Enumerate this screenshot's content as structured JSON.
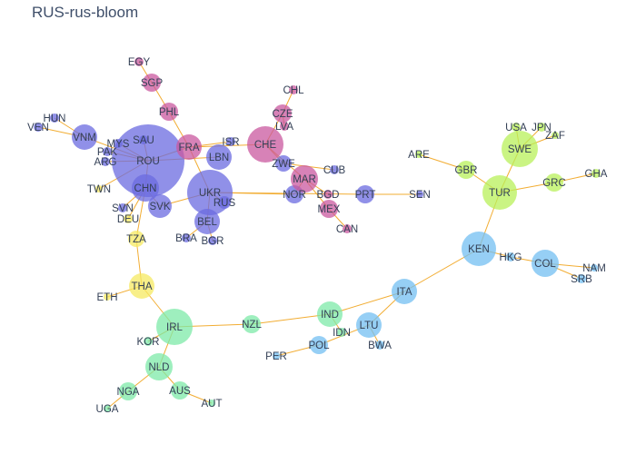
{
  "title": "RUS-rus-bloom",
  "colors": {
    "edge": "#f2ad33",
    "purple": "#6b6be0",
    "pink": "#c9589f",
    "blue_light": "#73bff2",
    "green_light": "#b8f05a",
    "green_mint": "#7eeaa8",
    "yellow": "#f6ea62",
    "label": "#333f55"
  },
  "nodes": [
    {
      "id": "RUS",
      "label": "RUS",
      "group": "purple"
    },
    {
      "id": "ROU",
      "label": "ROU",
      "group": "purple"
    },
    {
      "id": "SAU",
      "label": "SAU",
      "group": "purple"
    },
    {
      "id": "MYS",
      "label": "MYS",
      "group": "purple"
    },
    {
      "id": "PAK",
      "label": "PAK",
      "group": "purple"
    },
    {
      "id": "ARG",
      "label": "ARG",
      "group": "purple"
    },
    {
      "id": "VNM",
      "label": "VNM",
      "group": "purple"
    },
    {
      "id": "HUN",
      "label": "HUN",
      "group": "purple"
    },
    {
      "id": "VEN",
      "label": "VEN",
      "group": "purple"
    },
    {
      "id": "CHN",
      "label": "CHN",
      "group": "purple"
    },
    {
      "id": "SVK",
      "label": "SVK",
      "group": "purple"
    },
    {
      "id": "SVN",
      "label": "SVN",
      "group": "purple"
    },
    {
      "id": "UKR",
      "label": "UKR",
      "group": "purple"
    },
    {
      "id": "BEL",
      "label": "BEL",
      "group": "purple"
    },
    {
      "id": "BRA",
      "label": "BRA",
      "group": "purple"
    },
    {
      "id": "BGR",
      "label": "BGR",
      "group": "purple"
    },
    {
      "id": "LBN",
      "label": "LBN",
      "group": "purple"
    },
    {
      "id": "ISR",
      "label": "ISR",
      "group": "purple"
    },
    {
      "id": "ZWE",
      "label": "ZWE",
      "group": "purple"
    },
    {
      "id": "CUB",
      "label": "CUB",
      "group": "purple"
    },
    {
      "id": "NOR",
      "label": "NOR",
      "group": "purple"
    },
    {
      "id": "PRT",
      "label": "PRT",
      "group": "purple"
    },
    {
      "id": "SEN",
      "label": "SEN",
      "group": "purple"
    },
    {
      "id": "FRA",
      "label": "FRA",
      "group": "pink"
    },
    {
      "id": "PHL",
      "label": "PHL",
      "group": "pink"
    },
    {
      "id": "SGP",
      "label": "SGP",
      "group": "pink"
    },
    {
      "id": "EGY",
      "label": "EGY",
      "group": "pink"
    },
    {
      "id": "CHE",
      "label": "CHE",
      "group": "pink"
    },
    {
      "id": "CZE",
      "label": "CZE",
      "group": "pink"
    },
    {
      "id": "LVA",
      "label": "LVA",
      "group": "pink"
    },
    {
      "id": "CHL",
      "label": "CHL",
      "group": "pink"
    },
    {
      "id": "MAR",
      "label": "MAR",
      "group": "pink"
    },
    {
      "id": "BGD",
      "label": "BGD",
      "group": "pink"
    },
    {
      "id": "MEX",
      "label": "MEX",
      "group": "pink"
    },
    {
      "id": "CAN",
      "label": "CAN",
      "group": "pink"
    },
    {
      "id": "TWN",
      "label": "TWN",
      "group": "yellow"
    },
    {
      "id": "DEU",
      "label": "DEU",
      "group": "yellow"
    },
    {
      "id": "TZA",
      "label": "TZA",
      "group": "yellow"
    },
    {
      "id": "THA",
      "label": "THA",
      "group": "yellow"
    },
    {
      "id": "ETH",
      "label": "ETH",
      "group": "yellow"
    },
    {
      "id": "IRL",
      "label": "IRL",
      "group": "green_mint"
    },
    {
      "id": "KOR",
      "label": "KOR",
      "group": "green_mint"
    },
    {
      "id": "NLD",
      "label": "NLD",
      "group": "green_mint"
    },
    {
      "id": "NGA",
      "label": "NGA",
      "group": "green_mint"
    },
    {
      "id": "UGA",
      "label": "UGA",
      "group": "green_mint"
    },
    {
      "id": "AUS",
      "label": "AUS",
      "group": "green_mint"
    },
    {
      "id": "AUT",
      "label": "AUT",
      "group": "green_mint"
    },
    {
      "id": "NZL",
      "label": "NZL",
      "group": "green_mint"
    },
    {
      "id": "IND",
      "label": "IND",
      "group": "green_mint"
    },
    {
      "id": "IDN",
      "label": "IDN",
      "group": "green_mint"
    },
    {
      "id": "ITA",
      "label": "ITA",
      "group": "blue_light"
    },
    {
      "id": "LTU",
      "label": "LTU",
      "group": "blue_light"
    },
    {
      "id": "BWA",
      "label": "BWA",
      "group": "blue_light"
    },
    {
      "id": "POL",
      "label": "POL",
      "group": "blue_light"
    },
    {
      "id": "PER",
      "label": "PER",
      "group": "blue_light"
    },
    {
      "id": "KEN",
      "label": "KEN",
      "group": "blue_light"
    },
    {
      "id": "HKG",
      "label": "HKG",
      "group": "blue_light"
    },
    {
      "id": "COL",
      "label": "COL",
      "group": "blue_light"
    },
    {
      "id": "NAM",
      "label": "NAM",
      "group": "blue_light"
    },
    {
      "id": "SRB",
      "label": "SRB",
      "group": "blue_light"
    },
    {
      "id": "TUR",
      "label": "TUR",
      "group": "green_light"
    },
    {
      "id": "GBR",
      "label": "GBR",
      "group": "green_light"
    },
    {
      "id": "ARE",
      "label": "ARE",
      "group": "green_light"
    },
    {
      "id": "SWE",
      "label": "SWE",
      "group": "green_light"
    },
    {
      "id": "USA",
      "label": "USA",
      "group": "green_light"
    },
    {
      "id": "JPN",
      "label": "JPN",
      "group": "green_light"
    },
    {
      "id": "ZAF",
      "label": "ZAF",
      "group": "green_light"
    },
    {
      "id": "GRC",
      "label": "GRC",
      "group": "green_light"
    },
    {
      "id": "GHA",
      "label": "GHA",
      "group": "green_light"
    }
  ],
  "edges": [
    [
      "ROU",
      "SAU"
    ],
    [
      "ROU",
      "MYS"
    ],
    [
      "ROU",
      "PAK"
    ],
    [
      "ROU",
      "ARG"
    ],
    [
      "ROU",
      "VNM"
    ],
    [
      "ROU",
      "FRA"
    ],
    [
      "ROU",
      "LBN"
    ],
    [
      "ROU",
      "CHN"
    ],
    [
      "ROU",
      "TWN"
    ],
    [
      "VNM",
      "HUN"
    ],
    [
      "VNM",
      "VEN"
    ],
    [
      "FRA",
      "PHL"
    ],
    [
      "PHL",
      "SGP"
    ],
    [
      "SGP",
      "EGY"
    ],
    [
      "FRA",
      "ISR"
    ],
    [
      "FRA",
      "UKR"
    ],
    [
      "FRA",
      "CHE"
    ],
    [
      "CHE",
      "CZE"
    ],
    [
      "CZE",
      "LVA"
    ],
    [
      "CZE",
      "CHL"
    ],
    [
      "CHE",
      "ZWE"
    ],
    [
      "ZWE",
      "CUB"
    ],
    [
      "CHE",
      "MAR"
    ],
    [
      "MAR",
      "NOR"
    ],
    [
      "MAR",
      "BGD"
    ],
    [
      "MAR",
      "MEX"
    ],
    [
      "MEX",
      "CAN"
    ],
    [
      "UKR",
      "RUS"
    ],
    [
      "UKR",
      "BEL"
    ],
    [
      "UKR",
      "SVK"
    ],
    [
      "UKR",
      "NOR"
    ],
    [
      "UKR",
      "PRT"
    ],
    [
      "BEL",
      "BRA"
    ],
    [
      "BEL",
      "BGR"
    ],
    [
      "PRT",
      "SEN"
    ],
    [
      "CHN",
      "SVN"
    ],
    [
      "CHN",
      "DEU"
    ],
    [
      "CHN",
      "SVK"
    ],
    [
      "CHN",
      "TZA"
    ],
    [
      "TZA",
      "THA"
    ],
    [
      "THA",
      "ETH"
    ],
    [
      "THA",
      "IRL"
    ],
    [
      "IRL",
      "KOR"
    ],
    [
      "IRL",
      "NLD"
    ],
    [
      "IRL",
      "NZL"
    ],
    [
      "NLD",
      "NGA"
    ],
    [
      "NGA",
      "UGA"
    ],
    [
      "NLD",
      "AUS"
    ],
    [
      "AUS",
      "AUT"
    ],
    [
      "NZL",
      "IND"
    ],
    [
      "IND",
      "IDN"
    ],
    [
      "IND",
      "ITA"
    ],
    [
      "ITA",
      "LTU"
    ],
    [
      "LTU",
      "BWA"
    ],
    [
      "LTU",
      "POL"
    ],
    [
      "POL",
      "PER"
    ],
    [
      "ITA",
      "KEN"
    ],
    [
      "KEN",
      "HKG"
    ],
    [
      "HKG",
      "COL"
    ],
    [
      "COL",
      "NAM"
    ],
    [
      "COL",
      "SRB"
    ],
    [
      "KEN",
      "TUR"
    ],
    [
      "TUR",
      "GBR"
    ],
    [
      "GBR",
      "ARE"
    ],
    [
      "TUR",
      "SWE"
    ],
    [
      "SWE",
      "USA"
    ],
    [
      "SWE",
      "JPN"
    ],
    [
      "SWE",
      "ZAF"
    ],
    [
      "TUR",
      "GRC"
    ],
    [
      "GRC",
      "GHA"
    ]
  ]
}
